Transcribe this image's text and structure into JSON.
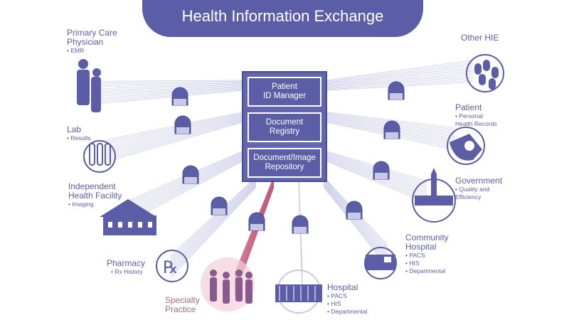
{
  "title": "Health Information Exchange",
  "hub": {
    "boxes": [
      "Patient\nID Manager",
      "Document\nRegistry",
      "Document/Image\nRepository"
    ]
  },
  "nodes": [
    {
      "id": "primary-care",
      "name": "Primary Care\nPhysician",
      "items": [
        "• EMR"
      ]
    },
    {
      "id": "lab",
      "name": "Lab",
      "items": [
        "• Results"
      ]
    },
    {
      "id": "independent",
      "name": "Independent\nHealth Facility",
      "items": [
        "• Imaging"
      ]
    },
    {
      "id": "pharmacy",
      "name": "Pharmacy",
      "items": [
        "• Rx History"
      ]
    },
    {
      "id": "specialty",
      "name": "Specialty\nPractice",
      "items": []
    },
    {
      "id": "hospital",
      "name": "Hospital",
      "items": [
        "• PACS",
        "• HIS",
        "• Departmental"
      ]
    },
    {
      "id": "community",
      "name": "Community\nHospital",
      "items": [
        "• PACS",
        "• HIS",
        "• Departmental"
      ]
    },
    {
      "id": "government",
      "name": "Government",
      "items": [
        "• Quality and\n  Efficiency"
      ]
    },
    {
      "id": "patient",
      "name": "Patient",
      "items": [
        "• Personal\n  Health Records"
      ]
    },
    {
      "id": "other-hie",
      "name": "Other HIE",
      "items": []
    }
  ],
  "colors": {
    "primary": "#5b5ea6",
    "dark": "#4a4d95",
    "light": "#c8c9e6",
    "accent": "#c0577a"
  }
}
